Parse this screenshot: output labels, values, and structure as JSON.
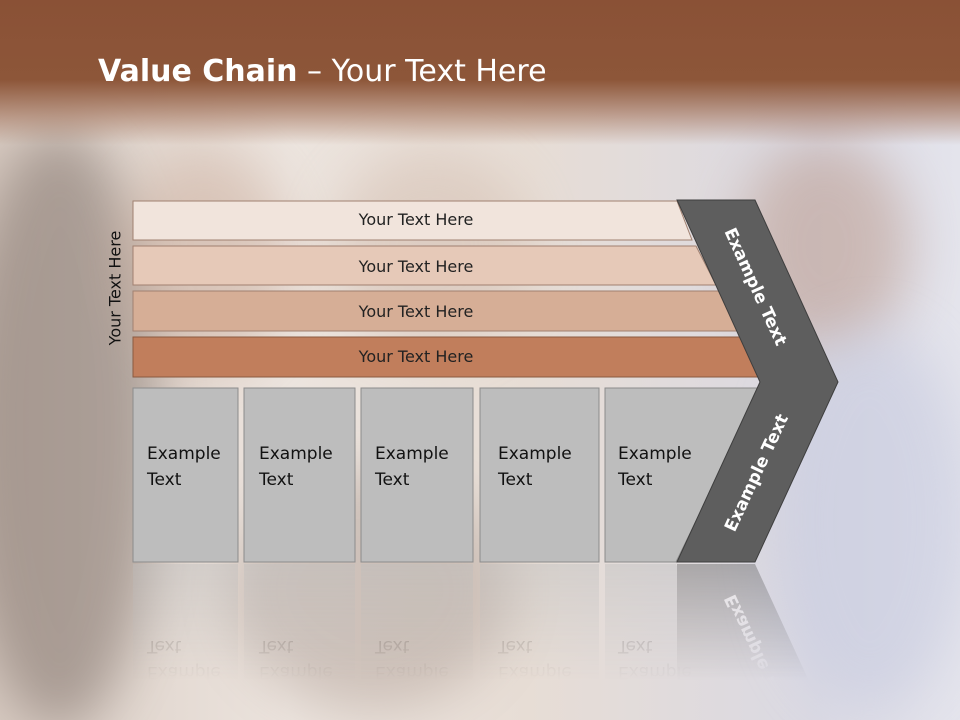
{
  "slide": {
    "title_bold": "Value Chain",
    "title_rest": " – Your Text Here",
    "side_label": "Your Text Here"
  },
  "bands": [
    {
      "label": "Your Text Here",
      "color": "#f1e4dc"
    },
    {
      "label": "Your Text Here",
      "color": "#e6c9b8"
    },
    {
      "label": "Your Text Here",
      "color": "#d6ae96"
    },
    {
      "label": "Your Text Here",
      "color": "#c17e5c"
    }
  ],
  "boxes": [
    {
      "line1": "Example",
      "line2": "Text"
    },
    {
      "line1": "Example",
      "line2": "Text"
    },
    {
      "line1": "Example",
      "line2": "Text"
    },
    {
      "line1": "Example",
      "line2": "Text"
    },
    {
      "line1": "Example",
      "line2": "Text"
    }
  ],
  "arrow": {
    "upper_label": "Example Text",
    "lower_label": "Example Text",
    "color": "#5e5e5e"
  },
  "colors": {
    "header": "#8b5438",
    "box_fill": "#bdbdbd",
    "box_stroke": "#8c8c8c"
  }
}
